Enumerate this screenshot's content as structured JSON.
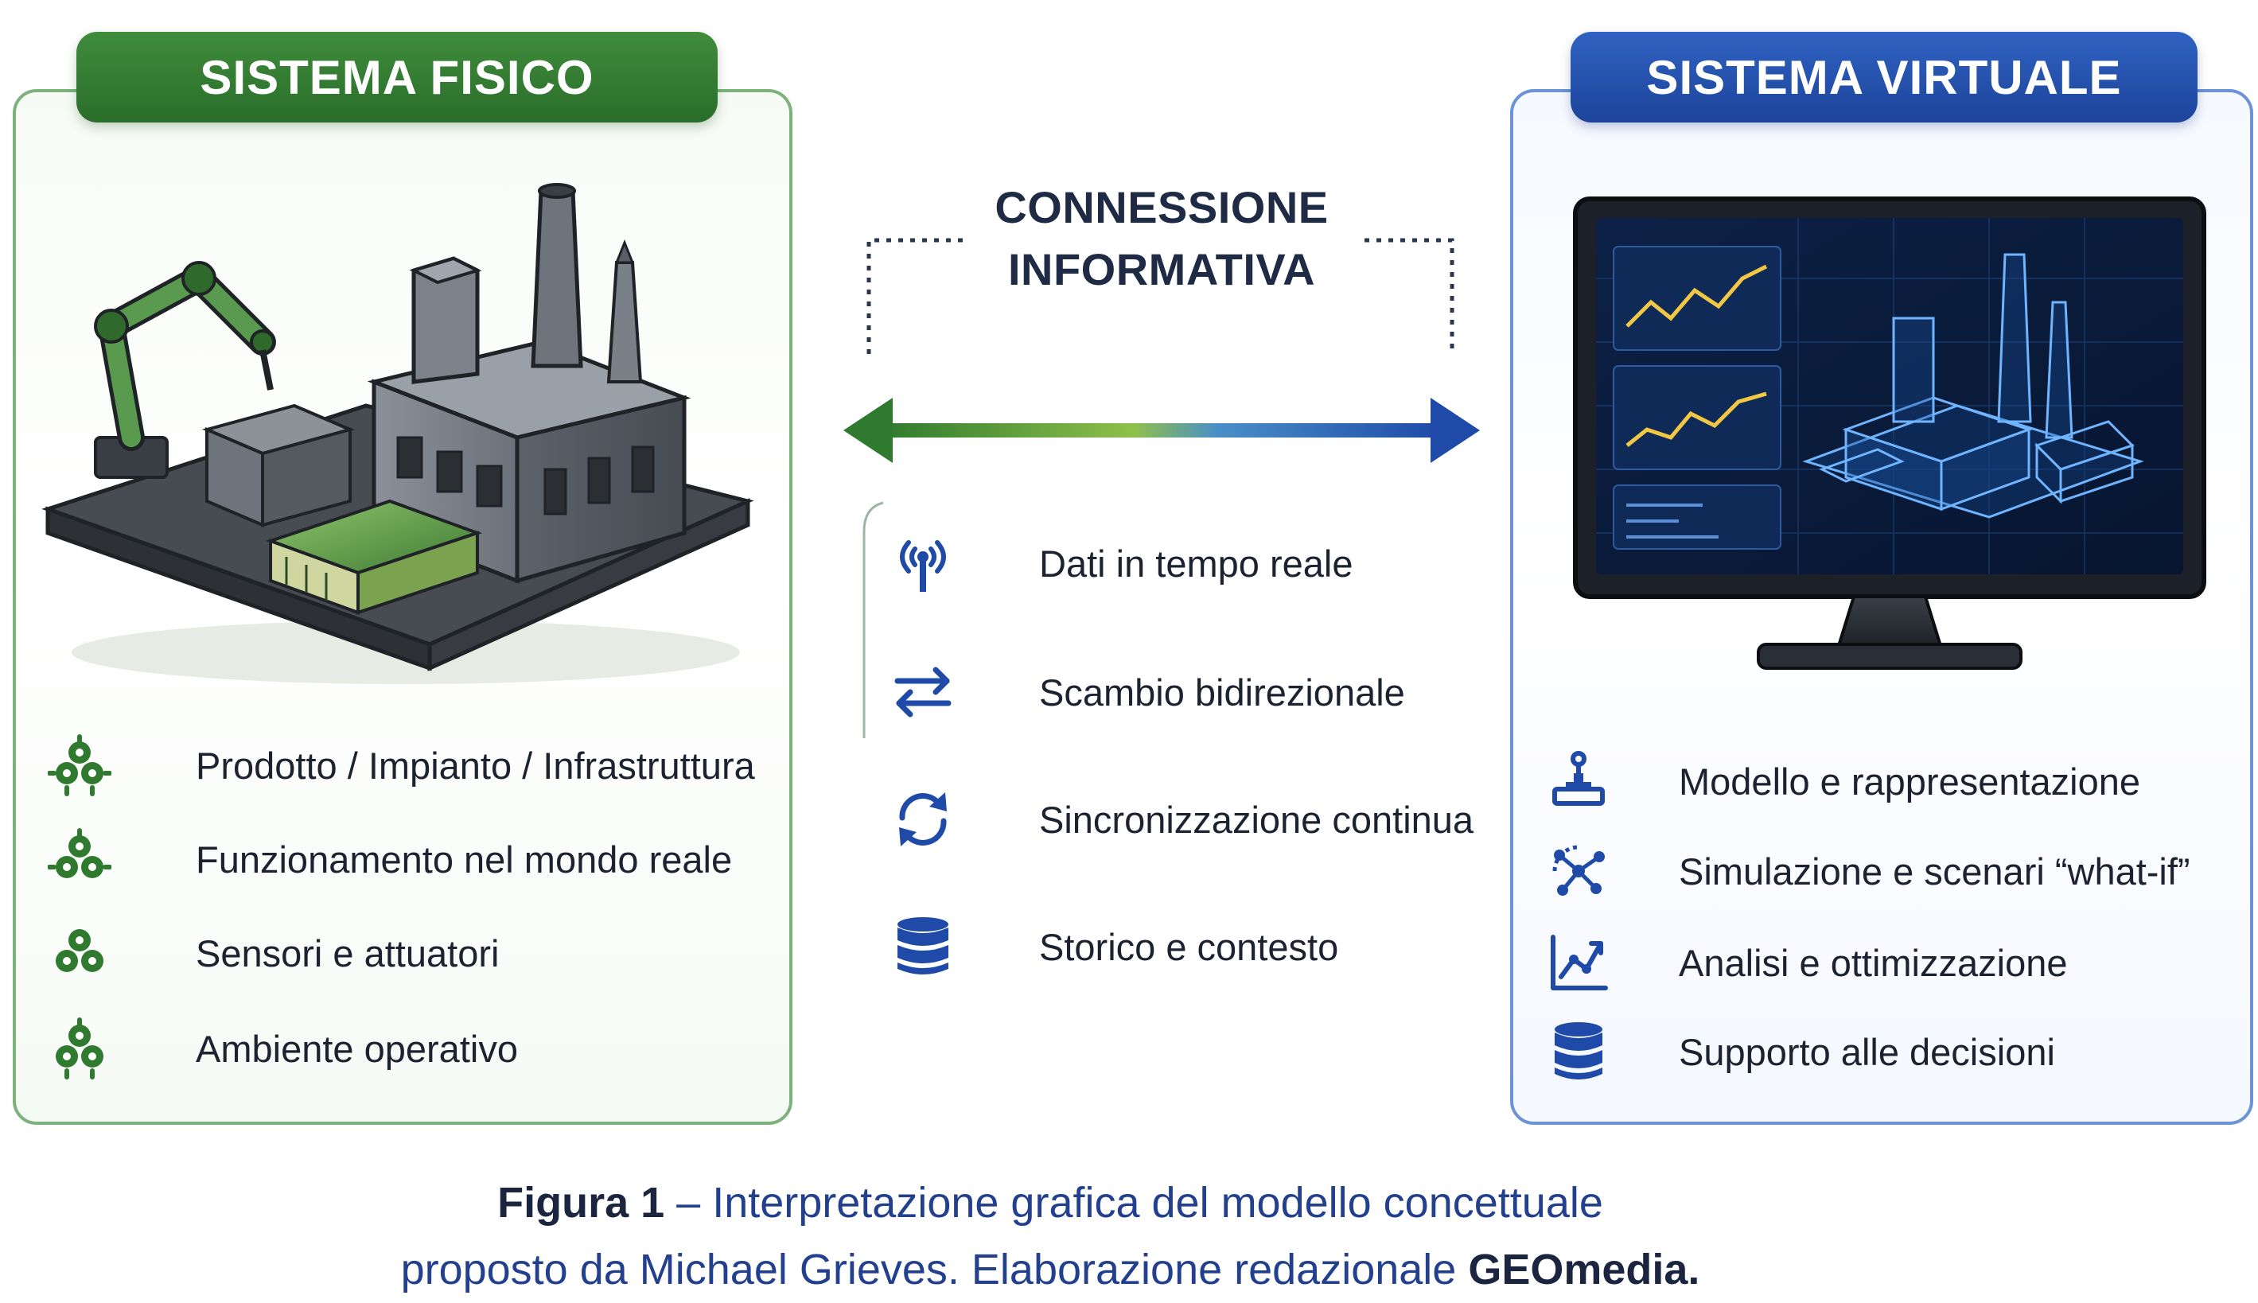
{
  "physical": {
    "title": "SISTEMA FISICO",
    "items": [
      {
        "label": "Prodotto / Impianto / Infrastruttura",
        "icon": "gear-cluster-icon"
      },
      {
        "label": "Funzionamento nel mondo reale",
        "icon": "gear-cluster-icon"
      },
      {
        "label": "Sensori e attuatori",
        "icon": "gear-cluster-icon"
      },
      {
        "label": "Ambiente operativo",
        "icon": "gear-cluster-icon"
      }
    ],
    "accent": "#2f7a2f"
  },
  "virtual": {
    "title": "SISTEMA VIRTUALE",
    "items": [
      {
        "label": "Modello e rappresentazione",
        "icon": "model-icon"
      },
      {
        "label": "Simulazione e scenari “what-if”",
        "icon": "network-icon"
      },
      {
        "label": "Analisi e ottimizzazione",
        "icon": "analytics-icon"
      },
      {
        "label": "Supporto alle decisioni",
        "icon": "database-icon"
      }
    ],
    "accent": "#1f4aa8"
  },
  "connection": {
    "title_line1": "CONNESSIONE",
    "title_line2": "INFORMATIVA",
    "items": [
      {
        "label": "Dati in tempo reale",
        "icon": "antenna-icon"
      },
      {
        "label": "Scambio bidirezionale",
        "icon": "swap-arrows-icon"
      },
      {
        "label": "Sincronizzazione continua",
        "icon": "sync-icon"
      },
      {
        "label": "Storico e contesto",
        "icon": "database-icon"
      }
    ],
    "arrow_colors": [
      "#2f7a2f",
      "#1f4aa8"
    ]
  },
  "caption": {
    "fig_label": "Figura 1",
    "line1_text": " – Interpretazione grafica del modello concettuale",
    "line2_text": "proposto da Michael Grieves. Elaborazione redazionale ",
    "brand": "GEOmedia."
  }
}
